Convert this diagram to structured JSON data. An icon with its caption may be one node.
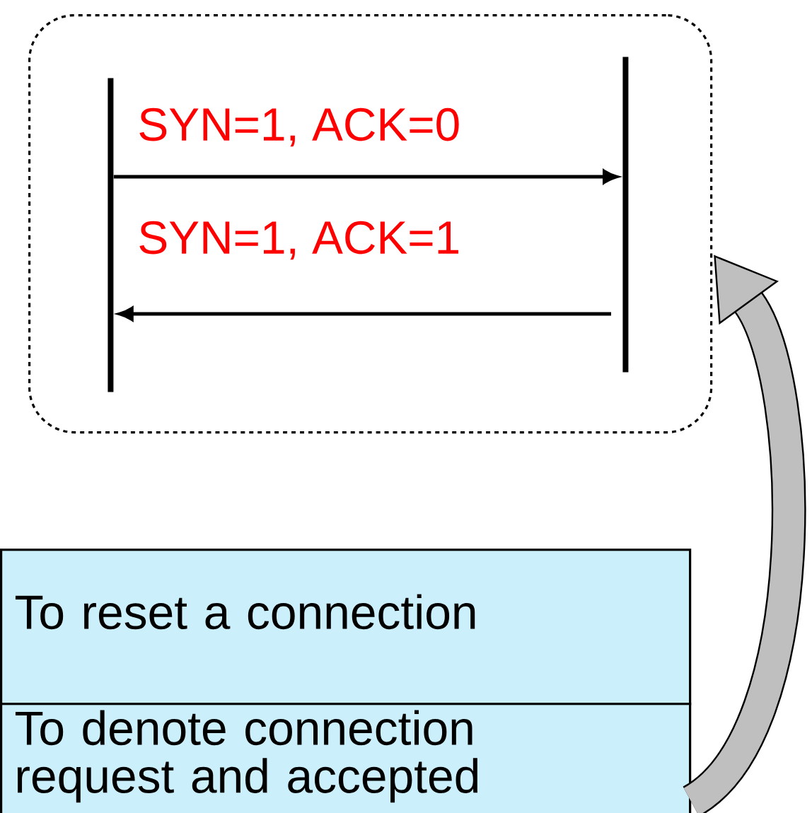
{
  "diagram": {
    "nodes": [
      {
        "text": [],
        "shape": "box"
      },
      {
        "text": [],
        "shape": "bar",
        "in": 0
      },
      {
        "text": [],
        "shape": "bar",
        "in": 0
      },
      {
        "text": [
          "To reset a connection"
        ]
      },
      {
        "text": [
          "To denote connection request and accepted"
        ]
      }
    ],
    "edges": [
      {
        "from": 1,
        "to": 2,
        "arrow": "to",
        "label": "SYN=1, ACK=0"
      },
      {
        "from": 2,
        "to": 1,
        "arrow": "to",
        "label": "SYN=1, ACK=1"
      },
      {
        "from": 4,
        "to": 0,
        "arrow": "to",
        "style": "thick"
      }
    ]
  }
}
